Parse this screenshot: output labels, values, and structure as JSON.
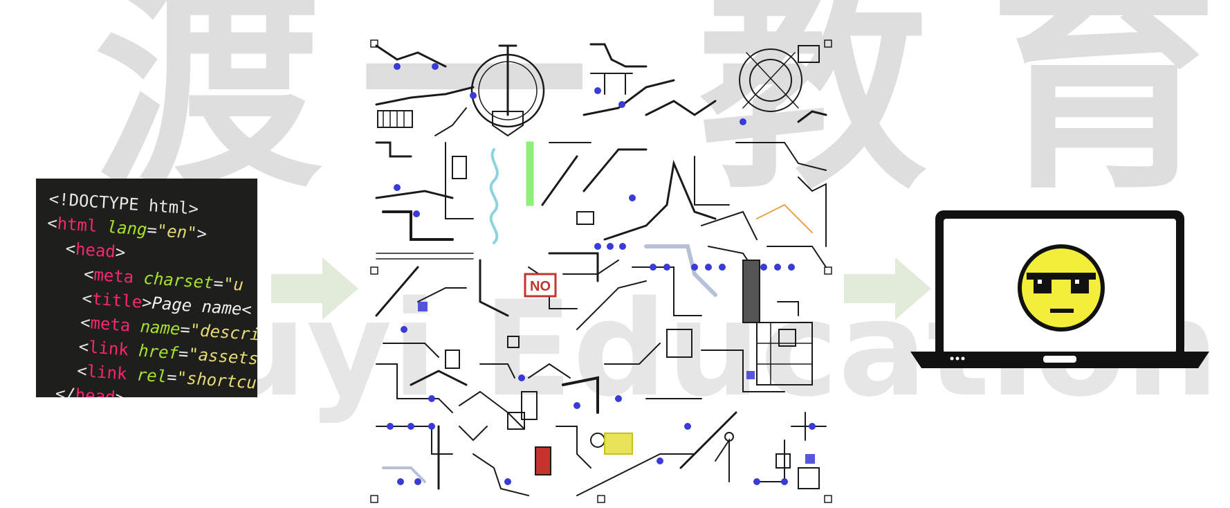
{
  "watermark": {
    "chars": [
      "渡",
      "一",
      "教",
      "育"
    ],
    "latin": "Duyi Education"
  },
  "code_sample": {
    "lines": [
      [
        {
          "t": "punct",
          "v": "<!DOCTYPE html>"
        }
      ],
      [
        {
          "t": "punct",
          "v": "<"
        },
        {
          "t": "tag",
          "v": "html"
        },
        {
          "t": "punct",
          "v": " "
        },
        {
          "t": "attr",
          "v": "lang"
        },
        {
          "t": "punct",
          "v": "="
        },
        {
          "t": "str",
          "v": "\"en\""
        },
        {
          "t": "punct",
          "v": ">"
        }
      ],
      [
        {
          "t": "punct",
          "v": "  <"
        },
        {
          "t": "tag",
          "v": "head"
        },
        {
          "t": "punct",
          "v": ">"
        }
      ],
      [
        {
          "t": "punct",
          "v": "    <"
        },
        {
          "t": "tag",
          "v": "meta"
        },
        {
          "t": "punct",
          "v": " "
        },
        {
          "t": "attr",
          "v": "charset"
        },
        {
          "t": "punct",
          "v": "="
        },
        {
          "t": "str",
          "v": "\"u"
        }
      ],
      [
        {
          "t": "punct",
          "v": "    <"
        },
        {
          "t": "tag",
          "v": "title"
        },
        {
          "t": "punct",
          "v": ">"
        },
        {
          "t": "text",
          "v": "Page name<"
        }
      ],
      [
        {
          "t": "punct",
          "v": "    <"
        },
        {
          "t": "tag",
          "v": "meta"
        },
        {
          "t": "punct",
          "v": " "
        },
        {
          "t": "attr",
          "v": "name"
        },
        {
          "t": "punct",
          "v": "="
        },
        {
          "t": "str",
          "v": "\"descri"
        }
      ],
      [
        {
          "t": "punct",
          "v": "    <"
        },
        {
          "t": "tag",
          "v": "link"
        },
        {
          "t": "punct",
          "v": " "
        },
        {
          "t": "attr",
          "v": "href"
        },
        {
          "t": "punct",
          "v": "="
        },
        {
          "t": "str",
          "v": "\"assets/"
        }
      ],
      [
        {
          "t": "punct",
          "v": "    <"
        },
        {
          "t": "tag",
          "v": "link"
        },
        {
          "t": "punct",
          "v": " "
        },
        {
          "t": "attr",
          "v": "rel"
        },
        {
          "t": "punct",
          "v": "="
        },
        {
          "t": "str",
          "v": "\"shortcut"
        }
      ],
      [
        {
          "t": "punct",
          "v": "  </"
        },
        {
          "t": "tag",
          "v": "head"
        },
        {
          "t": "punct",
          "v": ">"
        }
      ]
    ]
  },
  "machine_diagram": {
    "no_sign": "NO"
  },
  "laptop": {
    "face_icon": "smiley-sunglasses-icon",
    "screen_color": "#ffffff",
    "body_color": "#111111"
  },
  "colors": {
    "arrow": "#e2ead9",
    "face": "#f2ee3a",
    "machine_accent": "#3a3ad8",
    "sign_red": "#c4342d"
  }
}
